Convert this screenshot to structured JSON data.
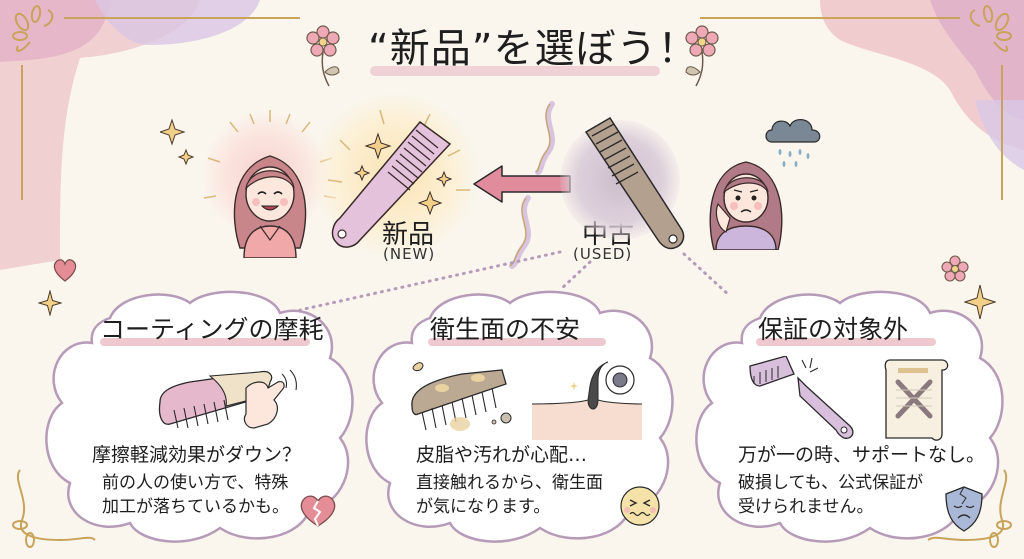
{
  "title": "“新品”を選ぼう！",
  "comparison": {
    "new": {
      "label": "新品",
      "sublabel": "(NEW)"
    },
    "used": {
      "label": "中古",
      "sublabel": "(USED)"
    },
    "arrow_direction": "used-to-new"
  },
  "cards": [
    {
      "title": "コーティングの摩耗",
      "lines": [
        "摩擦軽減効果がダウン？",
        "前の人の使い方で、特殊",
        "加工が落ちているかも。"
      ],
      "icon": "broken-heart-icon"
    },
    {
      "title": "衛生面の不安",
      "lines": [
        "皮脂や汚れが心配…",
        "直接触れるから、衛生面",
        "が気になります。"
      ],
      "icon": "uneasy-face-icon"
    },
    {
      "title": "保証の対象外",
      "lines": [
        "万が一の時、サポートなし。",
        "破損しても、公式保証が",
        "受けられません。"
      ],
      "icon": "sad-shield-icon"
    }
  ],
  "colors": {
    "background": "#faf6ee",
    "pink_accent": "#e8a3b0",
    "lavender": "#d9c4df",
    "gold": "#c9a35a",
    "cloud_border": "#b59bb8",
    "arrow": "#e08c9c"
  }
}
